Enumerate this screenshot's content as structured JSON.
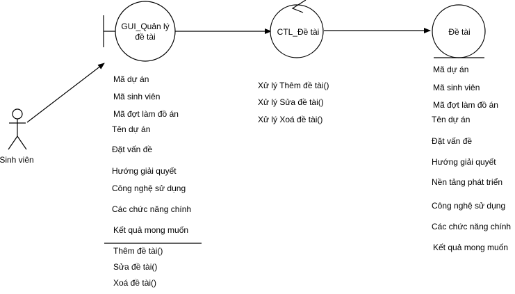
{
  "actor": {
    "name": "Sinh viên"
  },
  "boundary": {
    "name_line1": "GUI_Quản lý",
    "name_line2": "đề tài",
    "attributes": [
      "Mã dự án",
      "Mã sinh viên",
      "Mã đợt làm đồ án",
      "Tên dự án",
      "Đặt vấn đề",
      "Hướng giải quyết",
      "Công nghệ sử dụng",
      "Các chức năng chính",
      "Kết quả mong muốn"
    ],
    "operations": [
      "Thêm đề tài()",
      "Sửa đề tài()",
      "Xoá đề tài()"
    ]
  },
  "control": {
    "name": "CTL_Đề tài",
    "operations": [
      "Xử lý Thêm đề tài()",
      "Xử lý Sửa đề tài()",
      "Xử lý Xoá đề tài()"
    ]
  },
  "entity": {
    "name": "Đề tài",
    "attributes": [
      "Mã dự án",
      "Mã sinh viên",
      "Mã đợt làm đồ án",
      "Tên dự án",
      "Đặt vấn đề",
      "Hướng giải quyết",
      "Nền tảng phát triển",
      "Công nghệ sử dụng",
      "Các chức năng chính",
      "Kết quả mong muốn"
    ]
  },
  "colors": {
    "stroke": "#000000",
    "fill": "#ffffff"
  }
}
